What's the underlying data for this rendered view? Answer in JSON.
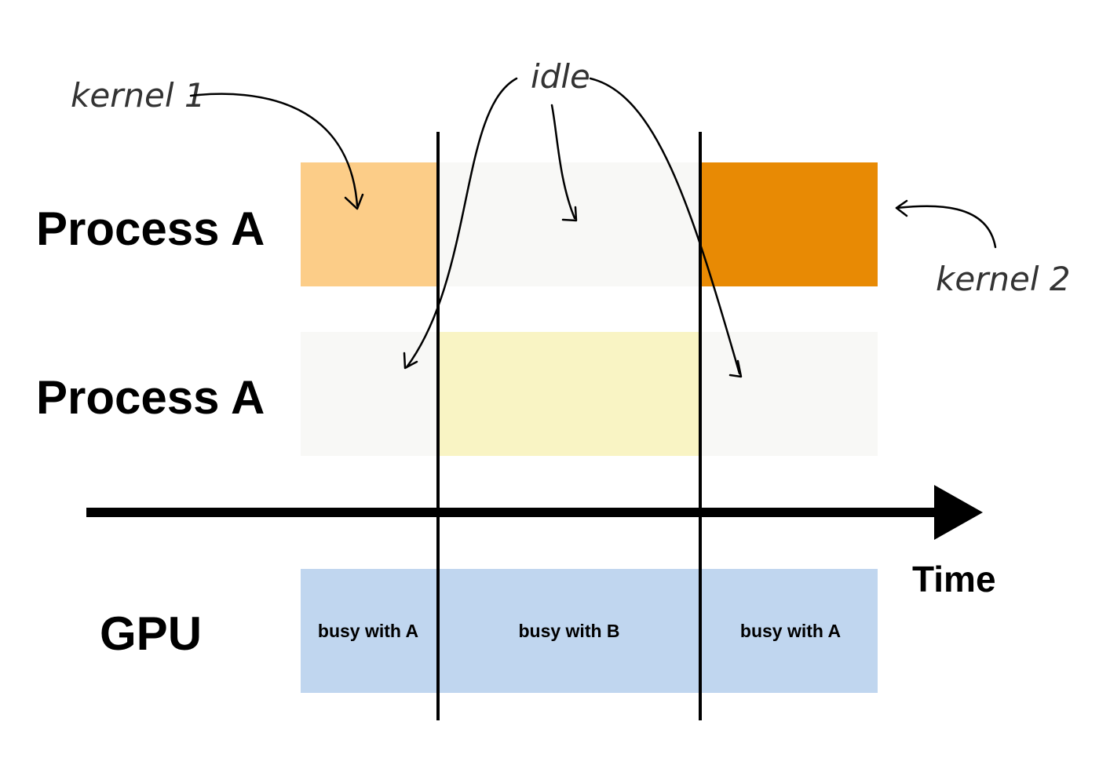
{
  "rows": {
    "process_top": "Process A",
    "process_bottom": "Process A",
    "gpu": "GPU"
  },
  "axis": {
    "time_label": "Time"
  },
  "gpu_segments": [
    "busy with A",
    "busy with B",
    "busy with A"
  ],
  "annotations": {
    "kernel1": "kernel 1",
    "idle": "idle",
    "kernel2": "kernel 2"
  },
  "colors": {
    "kernel1": "#fccd88",
    "kernel2": "#e88a04",
    "process_b_busy": "#f9f4c4",
    "idle_background": "#f8f8f6",
    "gpu": "#c0d6ef",
    "axis": "#000000"
  }
}
